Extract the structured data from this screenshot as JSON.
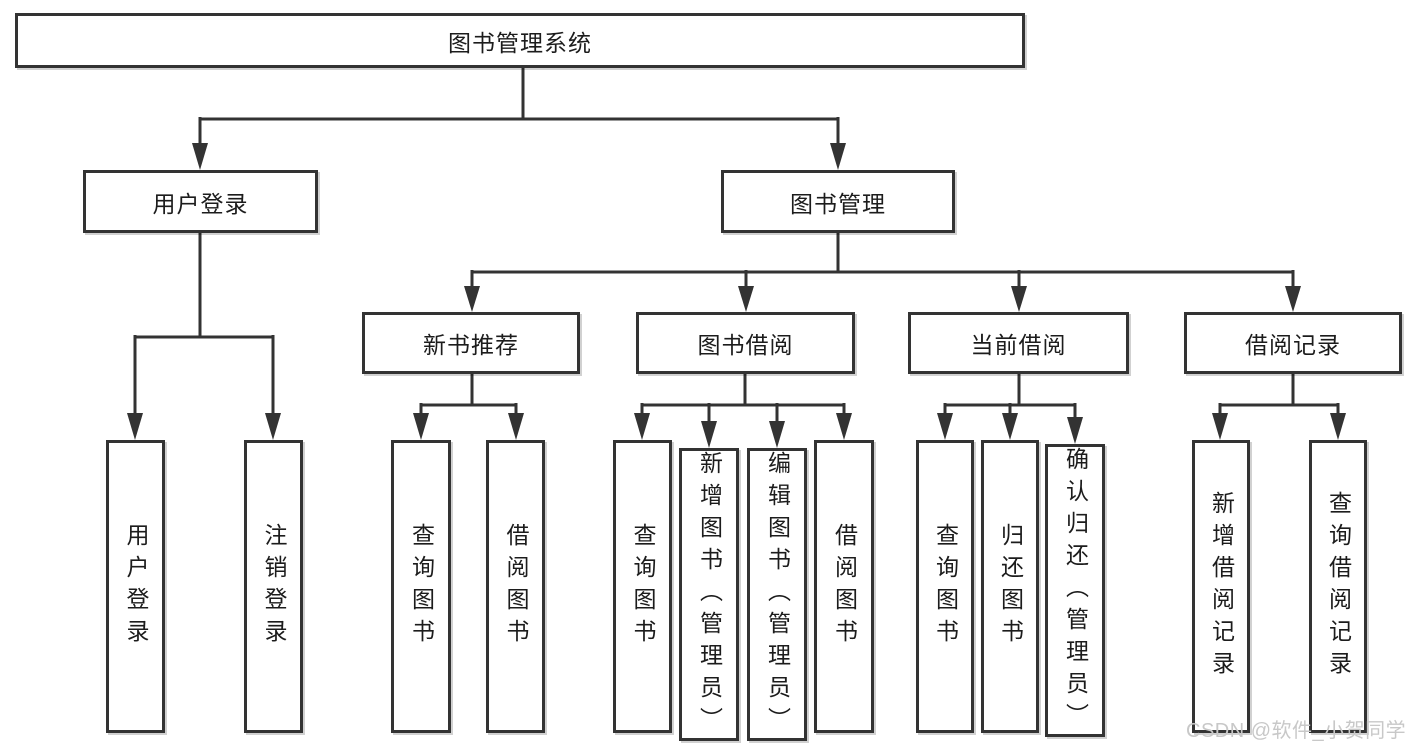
{
  "tree": {
    "root": {
      "label": "图书管理系统"
    },
    "branches": [
      {
        "label": "用户登录",
        "children": [
          {
            "label": "用户登录"
          },
          {
            "label": "注销登录"
          }
        ]
      },
      {
        "label": "图书管理",
        "children": [
          {
            "label": "新书推荐",
            "children": [
              {
                "label": "查询图书"
              },
              {
                "label": "借阅图书"
              }
            ]
          },
          {
            "label": "图书借阅",
            "children": [
              {
                "label": "查询图书"
              },
              {
                "label": "新增图书（管理员）"
              },
              {
                "label": "编辑图书（管理员）"
              },
              {
                "label": "借阅图书"
              }
            ]
          },
          {
            "label": "当前借阅",
            "children": [
              {
                "label": "查询图书"
              },
              {
                "label": "归还图书"
              },
              {
                "label": "确认归还（管理员）"
              }
            ]
          },
          {
            "label": "借阅记录",
            "children": [
              {
                "label": "新增借阅记录"
              },
              {
                "label": "查询借阅记录"
              }
            ]
          }
        ]
      }
    ]
  },
  "watermark": {
    "text": "CSDN @软件_小贺同学"
  },
  "colors": {
    "line": "#333333",
    "box_border": "#333333",
    "text": "#1c1c1c",
    "watermark": "#c8c8c8",
    "background": "#ffffff"
  }
}
